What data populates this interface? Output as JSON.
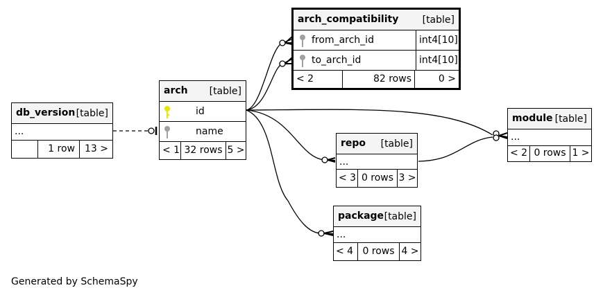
{
  "tables": {
    "db_version": {
      "name": "db_version",
      "type": "[table]",
      "columns": [
        "..."
      ],
      "footer": {
        "prev": "",
        "rows": "1 row",
        "next": "13 >"
      }
    },
    "arch": {
      "name": "arch",
      "type": "[table]",
      "columns": [
        "id",
        "name"
      ],
      "footer": {
        "prev": "< 1",
        "rows": "32 rows",
        "next": "5 >"
      }
    },
    "arch_compatibility": {
      "name": "arch_compatibility",
      "type": "[table]",
      "columns": [
        {
          "name": "from_arch_id",
          "type": "int4[10]"
        },
        {
          "name": "to_arch_id",
          "type": "int4[10]"
        }
      ],
      "footer": {
        "prev": "< 2",
        "rows": "82 rows",
        "next": "0 >"
      }
    },
    "module": {
      "name": "module",
      "type": "[table]",
      "columns": [
        "..."
      ],
      "footer": {
        "prev": "< 2",
        "rows": "0 rows",
        "next": "1 >"
      }
    },
    "repo": {
      "name": "repo",
      "type": "[table]",
      "columns": [
        "..."
      ],
      "footer": {
        "prev": "< 3",
        "rows": "0 rows",
        "next": "3 >"
      }
    },
    "package": {
      "name": "package",
      "type": "[table]",
      "columns": [
        "..."
      ],
      "footer": {
        "prev": "< 4",
        "rows": "0 rows",
        "next": "4 >"
      }
    }
  },
  "colors": {
    "primary_key": "#e6e600",
    "foreign_key": "#a0a0a0",
    "header_bg": "#f4f4f4"
  },
  "generated_by": "Generated by SchemaSpy"
}
